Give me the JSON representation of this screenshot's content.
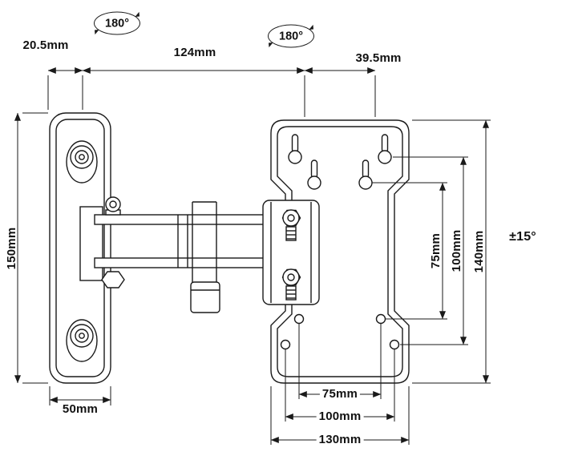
{
  "diagram": {
    "labels": {
      "rotation_left": "180°",
      "rotation_right": "180°",
      "wall_offset": "20.5mm",
      "arm_extension": "124mm",
      "plate_offset": "39.5mm",
      "wall_plate_height": "150mm",
      "wall_plate_width": "50mm",
      "vesa_vertical_75": "75mm",
      "vesa_vertical_100": "100mm",
      "plate_height": "140mm",
      "tilt_range": "±15°",
      "vesa_horizontal_75": "75mm",
      "vesa_horizontal_100": "100mm",
      "plate_width": "130mm"
    }
  }
}
